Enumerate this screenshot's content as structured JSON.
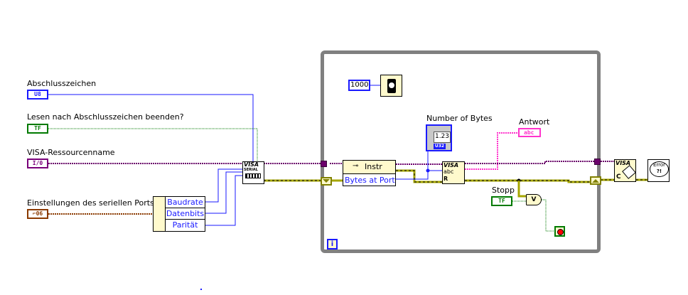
{
  "diagram": {
    "controls": [
      {
        "label": "Abschlusszeichen",
        "type_tag": "U8",
        "color": "#1a1aff"
      },
      {
        "label": "Lesen nach Abschlusszeichen beenden?",
        "type_tag": "TF",
        "color": "#007a00"
      },
      {
        "label": "VISA-Ressourcenname",
        "type_tag": "I/0",
        "color": "#7a007a"
      },
      {
        "label": "Einstellungen des seriellen Ports",
        "type_tag": "⌐06",
        "color": "#8b3a00"
      }
    ],
    "unbundle": {
      "fields": [
        "Baudrate",
        "Datenbits",
        "Parität"
      ]
    },
    "nodes": {
      "visa_serial": {
        "line1": "VISA",
        "line2": "SERIAL"
      },
      "property_node": {
        "header": "Instr",
        "property": "Bytes at Port"
      },
      "visa_read": {
        "line1": "VISA",
        "line2": "abc",
        "line3": "R"
      },
      "visa_close": {
        "line1": "VISA",
        "line2": "C"
      },
      "error_handler": {
        "line1": "Error",
        "line2": "?!"
      },
      "wait_ms": {
        "constant": "1000"
      },
      "or_gate": {
        "symbol": "V"
      }
    },
    "indicators": [
      {
        "label": "Number of Bytes",
        "value": "1.23",
        "type_tag": "U32"
      },
      {
        "label": "Antwort",
        "type_tag": "abc"
      }
    ],
    "stop_control": {
      "label": "Stopp",
      "type_tag": "TF"
    },
    "loop": {
      "iteration_terminal": "i"
    },
    "wire_colors": {
      "numeric": "#1a1aff",
      "boolean": "#007a00",
      "visa": "#6b006b",
      "error": "#a6a600",
      "string": "#ff33cc",
      "cluster": "#8b3a00"
    }
  }
}
